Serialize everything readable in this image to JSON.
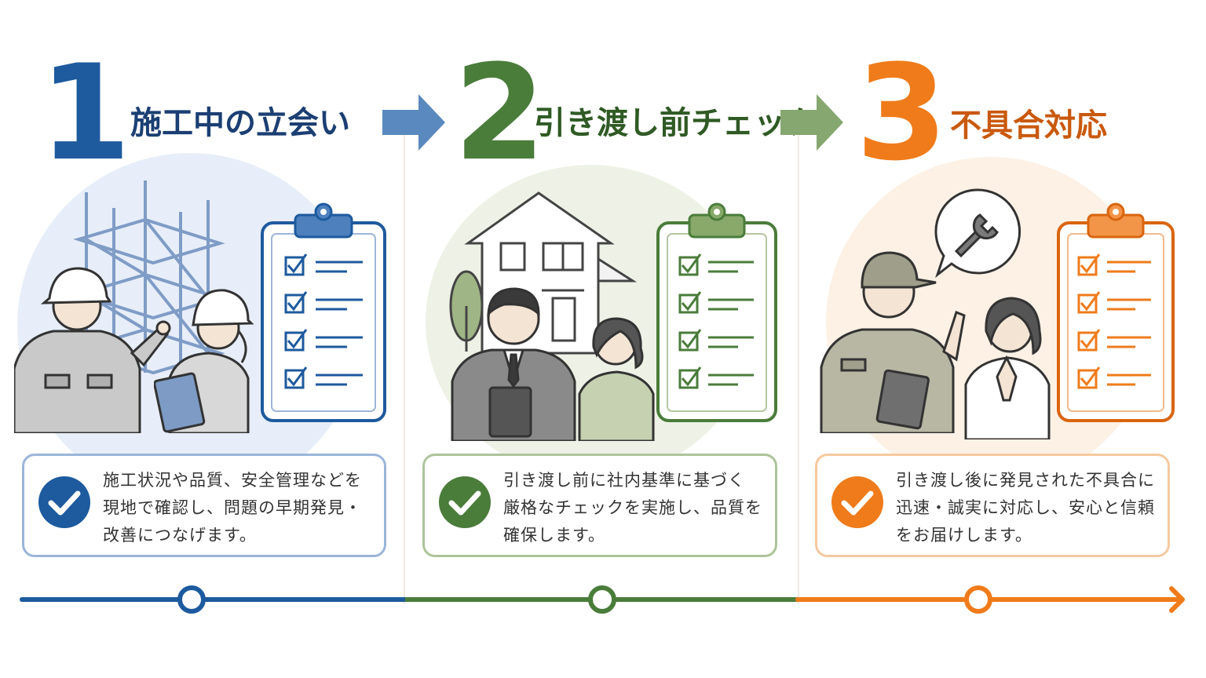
{
  "colors": {
    "blue": "#1d5a9e",
    "green": "#4a7c3a",
    "orange": "#ef7b1a",
    "blue_light": "#e6eef9",
    "green_light": "#eef2e6",
    "orange_light": "#fdf0e3"
  },
  "steps": [
    {
      "number": "1",
      "title": "施工中の立会い",
      "description_lines": [
        "施工状況や品質、安全管理などを",
        "現地で確認し、問題の早期発見・",
        "改善につなげます。"
      ],
      "icon": "construction-site-icon"
    },
    {
      "number": "2",
      "title": "引き渡し前チェック",
      "description_lines": [
        "引き渡し前に社内基準に基づく",
        "厳格なチェックを実施し、品質を",
        "確保します。"
      ],
      "icon": "house-icon"
    },
    {
      "number": "3",
      "title": "不具合対応",
      "description_lines": [
        "引き渡し後に発見された不具合に",
        "迅速・誠実に対応し、安心と信頼",
        "をお届けします。"
      ],
      "icon": "wrench-icon"
    }
  ]
}
